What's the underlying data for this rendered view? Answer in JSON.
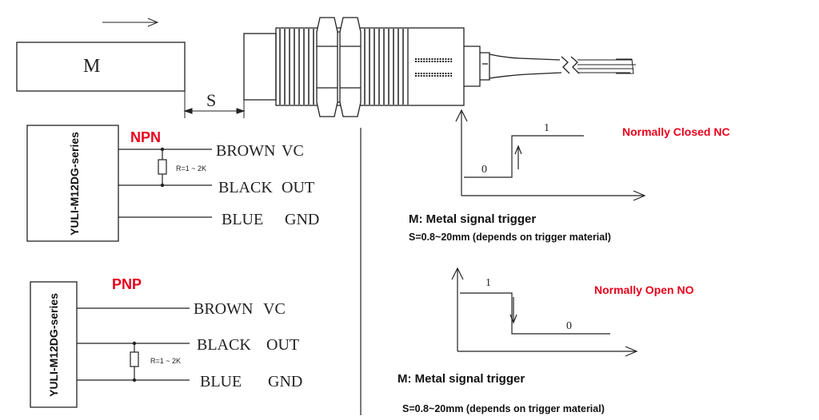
{
  "sensor": {
    "target_label": "M",
    "distance_label": "S"
  },
  "npn": {
    "title": "NPN",
    "title_color": "#e8001c",
    "module_label": "YULI-M12DG-series",
    "resistor_label": "R=1 ~ 2K",
    "wires": [
      {
        "color": "BROWN",
        "signal": "VC"
      },
      {
        "color": "BLACK",
        "signal": "OUT"
      },
      {
        "color": "BLUE",
        "signal": "GND"
      }
    ]
  },
  "pnp": {
    "title": "PNP",
    "title_color": "#e8001c",
    "module_label": "YULI-M12DG-series",
    "resistor_label": "R=1 ~ 2K",
    "wires": [
      {
        "color": "BROWN",
        "signal": "VC"
      },
      {
        "color": "BLACK",
        "signal": "OUT"
      },
      {
        "color": "BLUE",
        "signal": "GND"
      }
    ]
  },
  "nc": {
    "title": "Normally Closed NC",
    "title_color": "#e8001c",
    "low_label": "0",
    "high_label": "1",
    "trigger_text": "M: Metal signal trigger",
    "range_text": "S=0.8~20mm (depends on trigger material)"
  },
  "no": {
    "title": "Normally Open NO",
    "title_color": "#e8001c",
    "high_label": "1",
    "low_label": "0",
    "trigger_text": "M: Metal signal trigger",
    "range_text": "S=0.8~20mm (depends on trigger material)"
  }
}
